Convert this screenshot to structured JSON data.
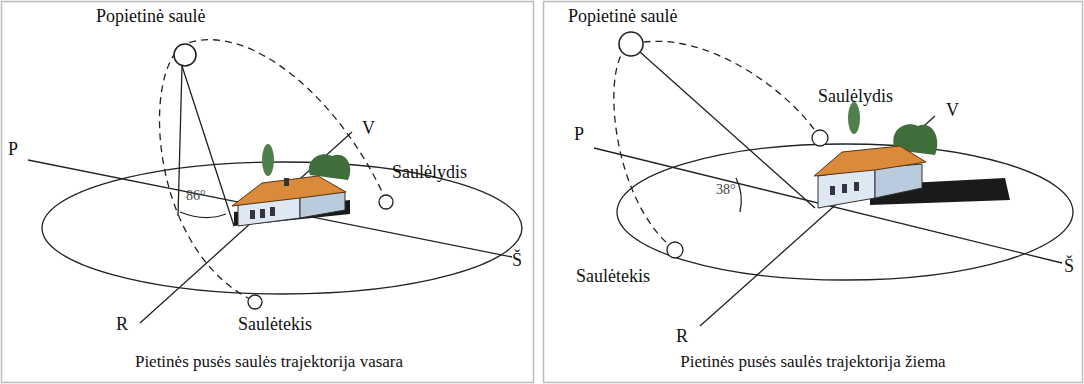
{
  "diagram": {
    "labels": [
      "Popietinė saulė",
      "P",
      "86°",
      "V",
      "Saulėlydis",
      "R",
      "Saulėtekis",
      "Š",
      "Pietinės pusės saulės trajektorija vasara",
      "Popietinė saulė",
      "Saulėlydis",
      "V",
      "P",
      "38°",
      "Saulėtekis",
      "R",
      "Š",
      "Pietinės pusės saulės trajektorija žiema"
    ]
  }
}
